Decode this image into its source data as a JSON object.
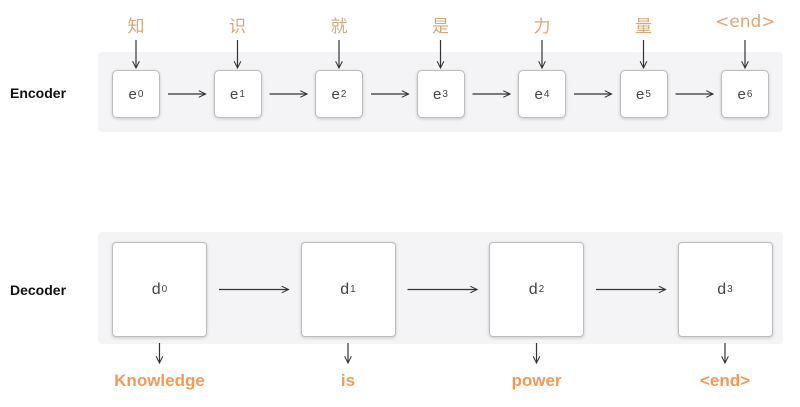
{
  "encoder": {
    "label": "Encoder",
    "inputs": [
      "知",
      "识",
      "就",
      "是",
      "力",
      "量",
      "<end>"
    ],
    "nodes": [
      {
        "base": "e",
        "sub": "0"
      },
      {
        "base": "e",
        "sub": "1"
      },
      {
        "base": "e",
        "sub": "2"
      },
      {
        "base": "e",
        "sub": "3"
      },
      {
        "base": "e",
        "sub": "4"
      },
      {
        "base": "e",
        "sub": "5"
      },
      {
        "base": "e",
        "sub": "6"
      }
    ]
  },
  "decoder": {
    "label": "Decoder",
    "nodes": [
      {
        "base": "d",
        "sub": "0"
      },
      {
        "base": "d",
        "sub": "1"
      },
      {
        "base": "d",
        "sub": "2"
      },
      {
        "base": "d",
        "sub": "3"
      }
    ],
    "outputs": [
      "Knowledge",
      "is",
      "power",
      "<end>"
    ]
  },
  "colors": {
    "input_token": "#d9a77a",
    "output_token": "#f39a57",
    "band": "#f4f4f6",
    "arrow": "#333333"
  }
}
